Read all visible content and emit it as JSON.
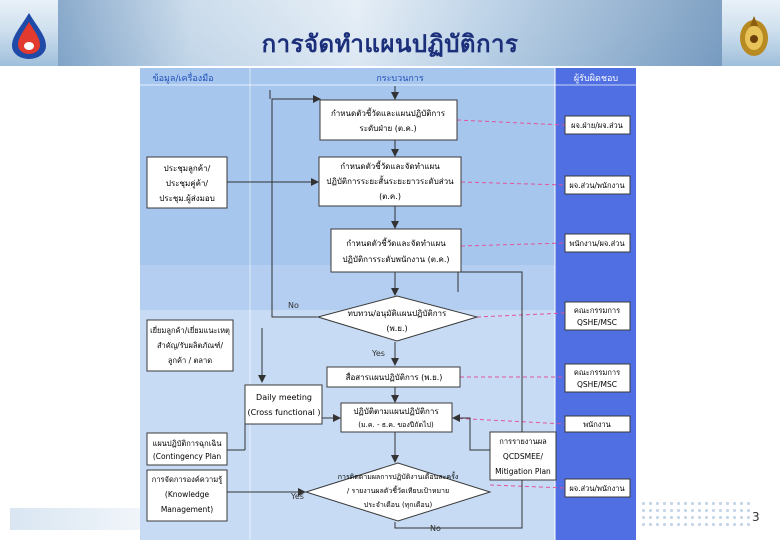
{
  "slide": {
    "title": "การจัดทำแผนปฏิบัติการ",
    "page_number": "3"
  },
  "diagram": {
    "columns": [
      {
        "label": "ข้อมูล/เครื่องมือ"
      },
      {
        "label": "กระบวนการ"
      },
      {
        "label": "ผู้รับผิดชอบ"
      }
    ],
    "inputs": [
      {
        "lines": [
          "ประชุมลูกค้า/",
          "ประชุมคู่ค้า/",
          "ประชุม.ผู้ส่งมอบ"
        ]
      },
      {
        "lines": [
          "เยี่ยมลูกค้า/เยี่ยมแนะเหตุ",
          "สำคัญ/รับผลิตภัณฑ์/",
          "ลูกค้า / ตลาด"
        ]
      },
      {
        "lines": [
          "Daily meeting",
          "(Cross functional )"
        ]
      },
      {
        "lines": [
          "แผนปฏิบัติการฉุกเฉิน",
          "(Contingency Plan"
        ]
      },
      {
        "lines": [
          "การจัดการองค์ความรู้",
          "(Knowledge",
          "Management)"
        ]
      },
      {
        "lines": [
          "การรายงานผล",
          "QCDSMEE/",
          "Mitigation Plan"
        ]
      }
    ],
    "process": [
      {
        "lines": [
          "กำหนดตัวชี้วัดและแผนปฏิบัติการ",
          "ระดับฝ่าย (ต.ค.)"
        ]
      },
      {
        "lines": [
          "กำหนดตัวชี้วัดและจัดทำแผน",
          "ปฏิบัติการระยะสั้นระยะยาวระดับส่วน",
          "(ต.ค.)"
        ]
      },
      {
        "lines": [
          "กำหนดตัวชี้วัดและจัดทำแผน",
          "ปฏิบัติการระดับพนักงาน (ต.ค.)"
        ]
      },
      {
        "lines": [
          "ทบทวน/อนุมัติแผนปฏิบัติการ",
          "(พ.ย.)"
        ]
      },
      {
        "lines": [
          "สื่อสารแผนปฏิบัติการ (พ.ย.)"
        ]
      },
      {
        "lines": [
          "ปฏิบัติตามแผนปฏิบัติการ",
          "(ม.ค. - ธ.ค. ของปีถัดไป)"
        ]
      },
      {
        "lines": [
          "การติดตามผลการปฏิบัติงานเดือนละครั้ง",
          "/ รายงานผลตัวชี้วัดเทียบเป้าหมาย",
          "ประจำเดือน (ทุกเดือน)"
        ]
      }
    ],
    "responsible": [
      {
        "lines": [
          "ผจ.ฝ่าย/ผจ.ส่วน"
        ]
      },
      {
        "lines": [
          "ผจ.ส่วน/พนักงาน"
        ]
      },
      {
        "lines": [
          "พนักงาน/ผจ.ส่วน"
        ]
      },
      {
        "lines": [
          "คณะกรรมการ",
          "QSHE/MSC"
        ]
      },
      {
        "lines": [
          "คณะกรรมการ",
          "QSHE/MSC"
        ]
      },
      {
        "lines": [
          "พนักงาน"
        ]
      },
      {
        "lines": [
          "ผจ.ส่วน/พนักงาน"
        ]
      }
    ],
    "branch_labels": {
      "no_top": "No",
      "yes_mid": "Yes",
      "yes_bottom": "Yes",
      "no_bottom": "No"
    }
  },
  "colors": {
    "title": "#1c2f7a",
    "column_header": "#1f4fb8",
    "band_top": "#a6c6ee",
    "band_bottom": "#c7dcf4",
    "right_column": "#4f6fe3",
    "box_border": "#3a3a3a",
    "dashed_line": "#e0559a"
  }
}
